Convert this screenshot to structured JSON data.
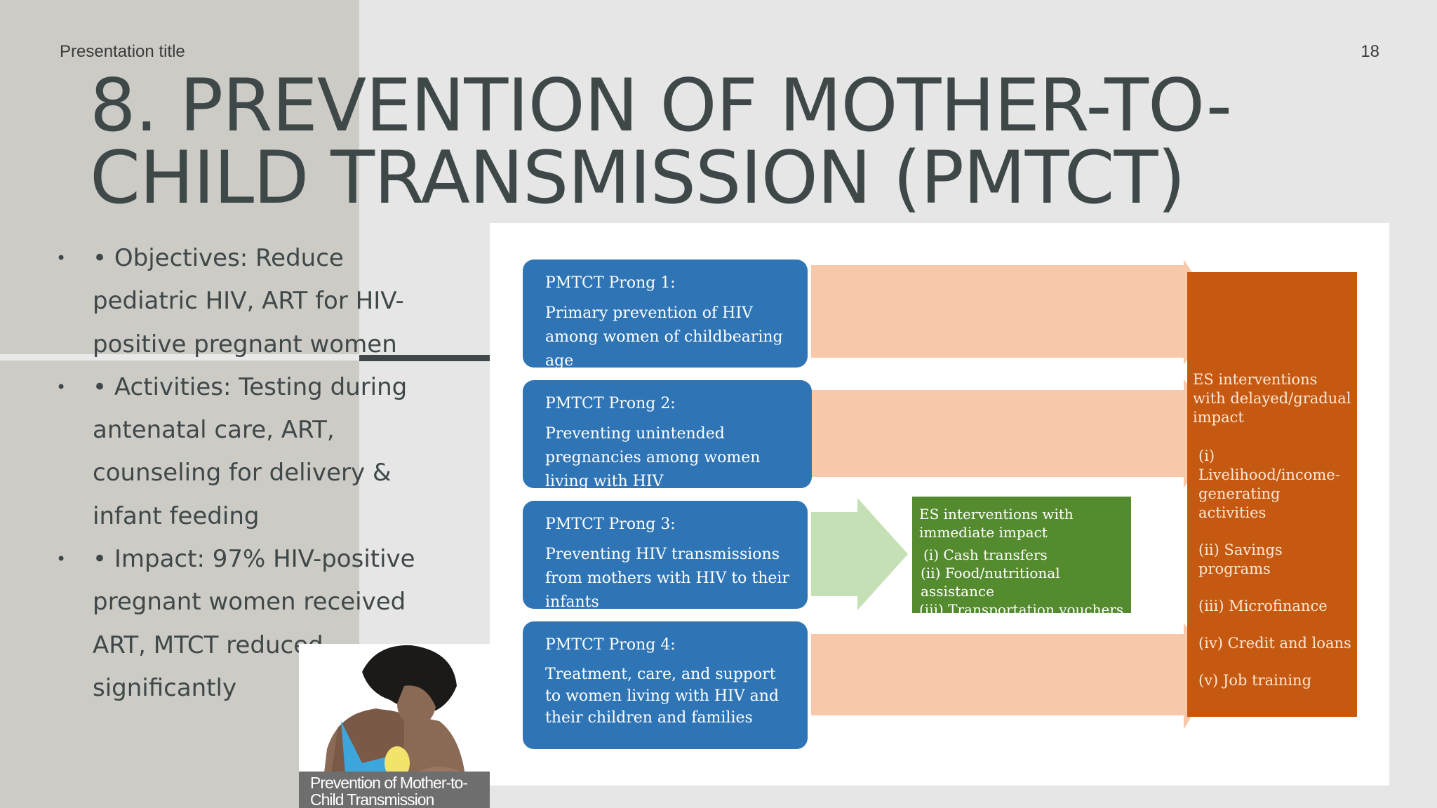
{
  "slide": {
    "presentation_title": "Presentation title",
    "number": "18",
    "title_line1": "8. PREVENTION OF MOTHER-TO-",
    "title_line2": "CHILD TRANSMISSION (PMTCT)"
  },
  "bullets": [
    {
      "marker": "•",
      "text": "• Objectives: Reduce pediatric HIV, ART for HIV-positive pregnant women"
    },
    {
      "marker": "•",
      "text": "• Activities: Testing during antenatal care, ART, counseling for delivery & infant feeding"
    },
    {
      "marker": "•",
      "text": "• Impact: 97% HIV-positive pregnant women received ART, MTCT reduced significantly"
    }
  ],
  "diagram": {
    "prongs": [
      {
        "title": "PMTCT Prong 1:",
        "text": "Primary prevention of HIV among women of childbearing age"
      },
      {
        "title": "PMTCT Prong 2:",
        "text": "Preventing unintended pregnancies among women living with HIV"
      },
      {
        "title": "PMTCT Prong 3:",
        "text": "Preventing HIV transmissions from mothers with HIV to their infants"
      },
      {
        "title": "PMTCT Prong 4:",
        "text": "Treatment, care, and support to women living with HIV and their children and families"
      }
    ],
    "immediate": {
      "heading": "ES interventions with immediate impact",
      "items": [
        "(i) Cash transfers",
        "(ii) Food/nutritional assistance",
        "(iii) Transportation vouchers"
      ]
    },
    "delayed": {
      "heading": "ES interventions with delayed/gradual impact",
      "items": [
        "(i) Livelihood/income-generating activities",
        "(ii) Savings programs",
        "(iii) Microfinance",
        "(iv) Credit and loans",
        "(v) Job training"
      ]
    },
    "colors": {
      "prong": "#2f75b5",
      "arrow_peach": "#f7c8aa",
      "arrow_green": "#c5e0b4",
      "immediate_box": "#558b2f",
      "delayed_box": "#c65911"
    }
  },
  "photo": {
    "caption_line1": "Prevention of Mother-to-",
    "caption_line2": "Child Transmission"
  }
}
